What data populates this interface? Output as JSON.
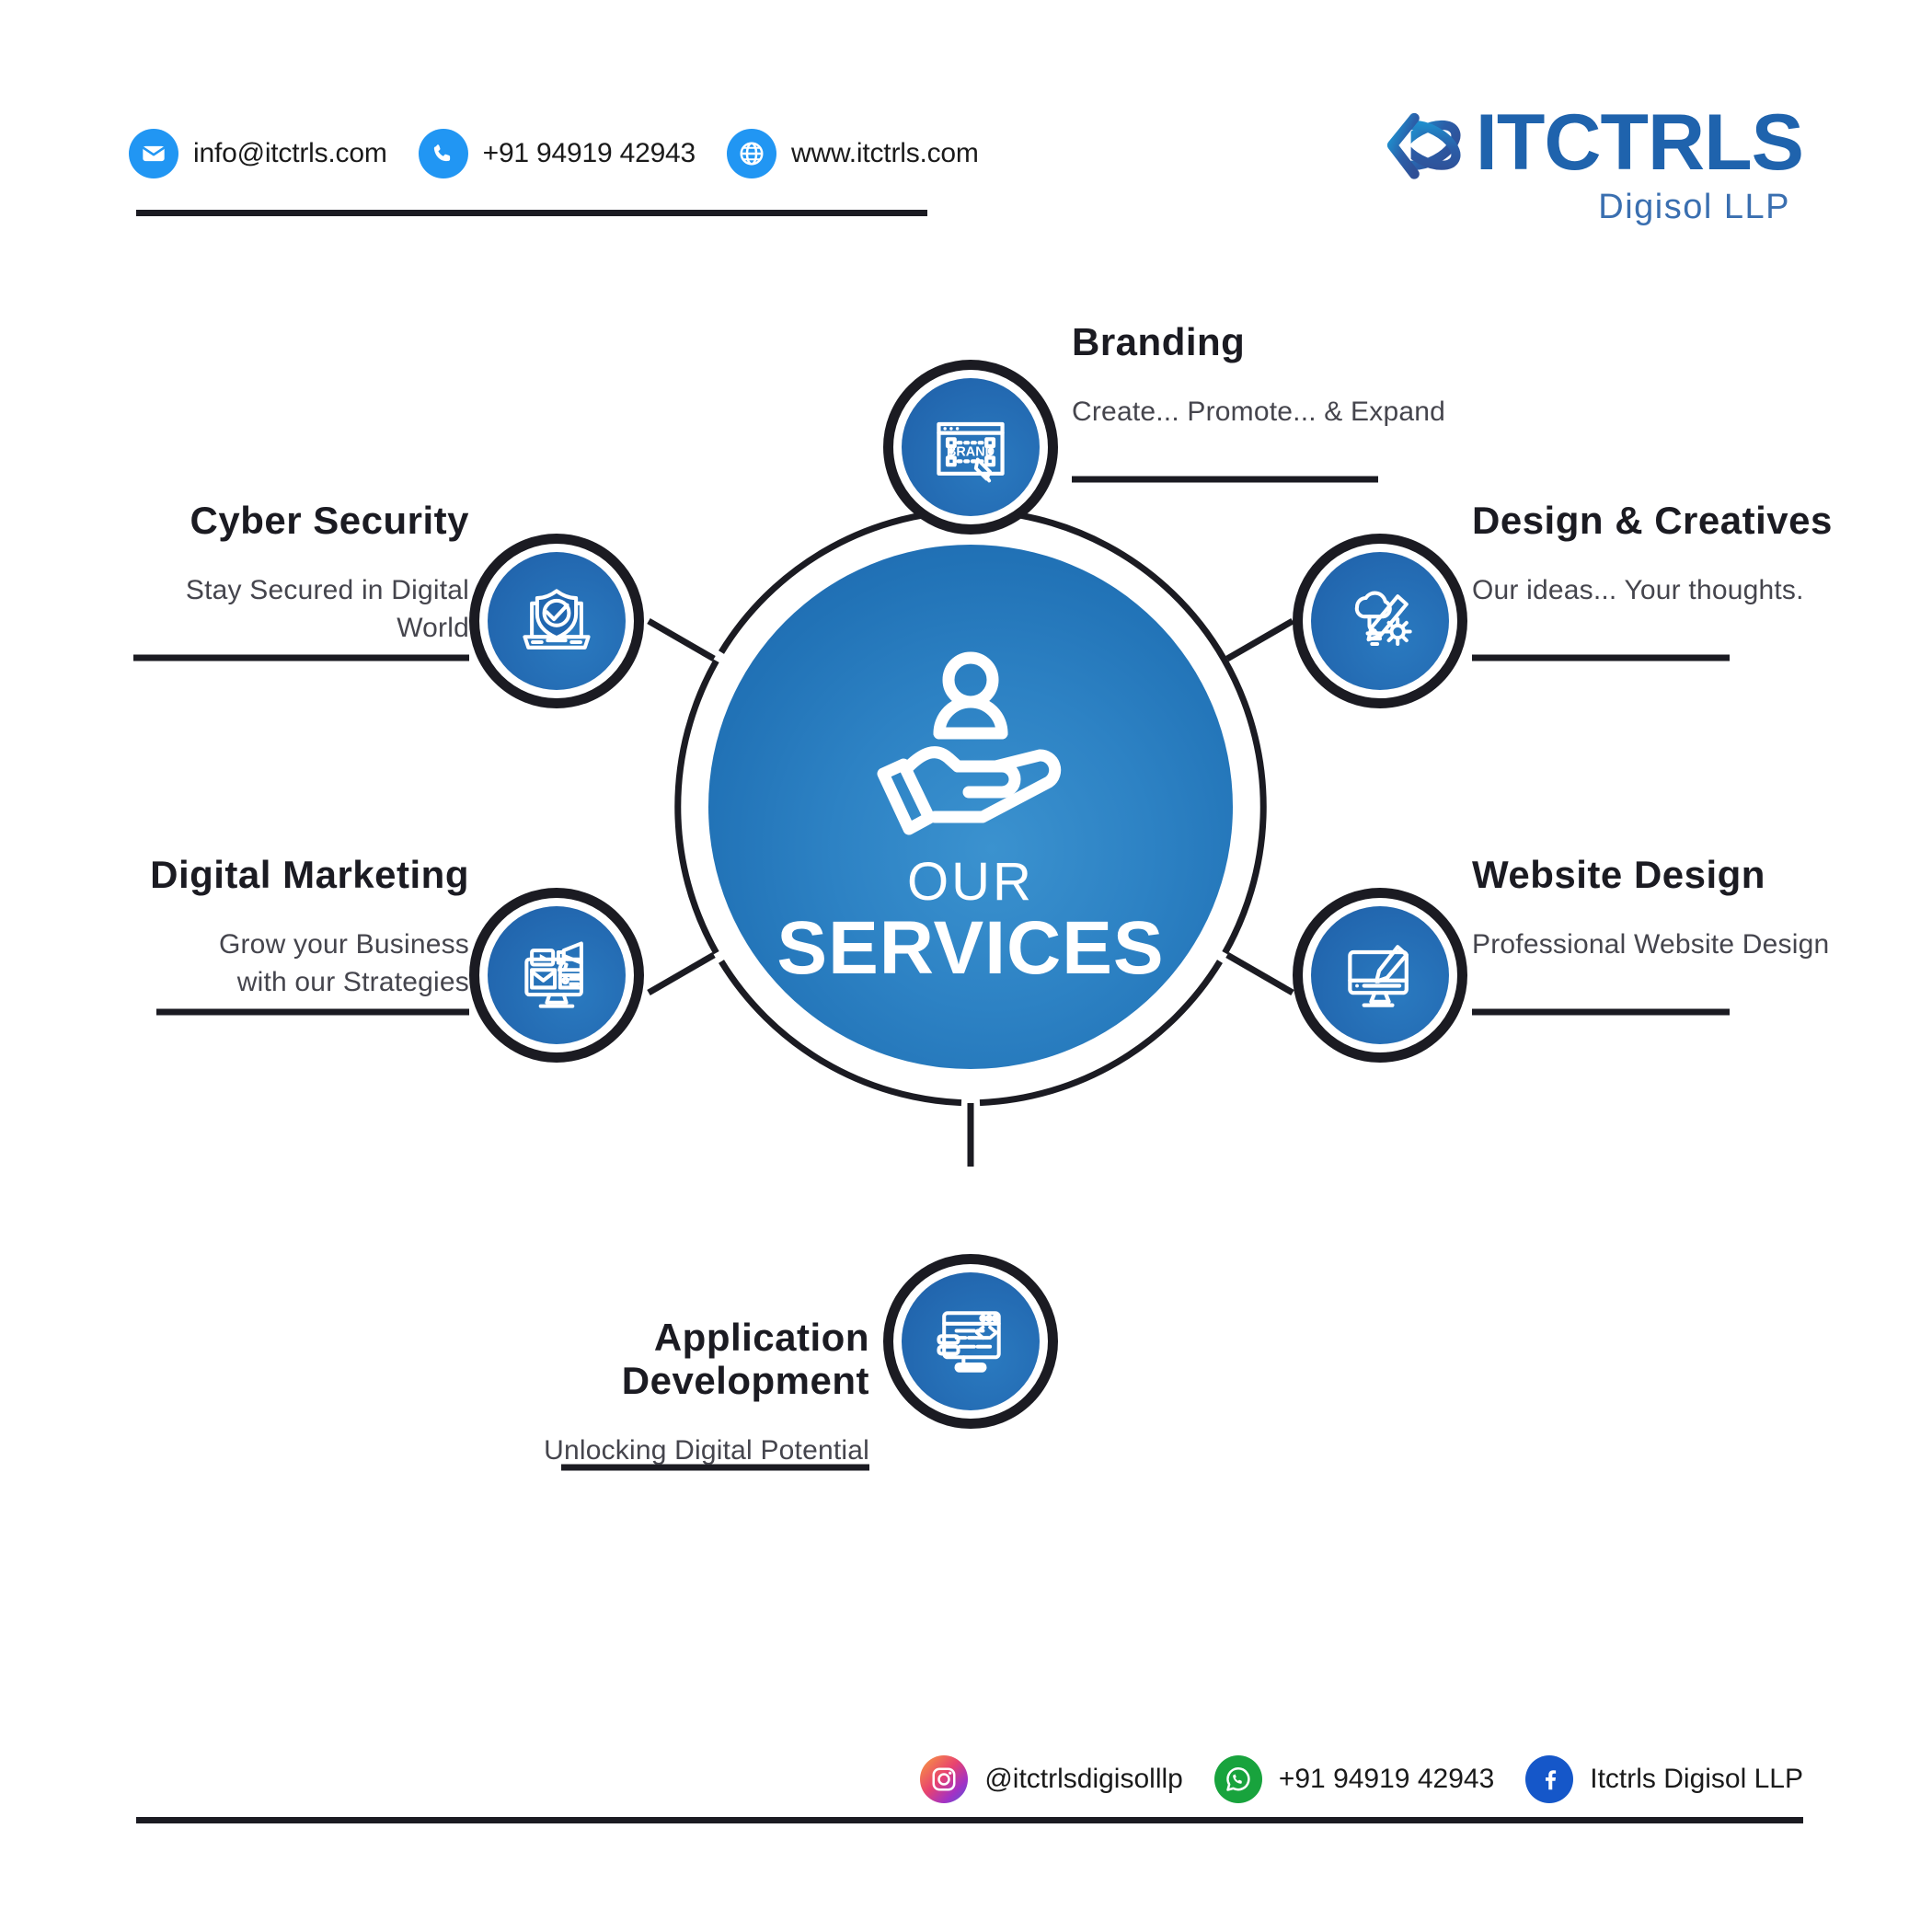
{
  "header": {
    "contacts": [
      {
        "icon": "email-icon",
        "text": "info@itctrls.com"
      },
      {
        "icon": "phone-icon",
        "text": "+91 94919 42943"
      },
      {
        "icon": "globe-icon",
        "text": "www.itctrls.com"
      }
    ]
  },
  "logo": {
    "mark": "atom-swoosh-icon",
    "word": "ITCTRLS",
    "sub_prefix": "D",
    "sub": "Digisol LLP",
    "color": "#1f63ad",
    "accent": "#f07d21"
  },
  "center": {
    "icon": "hand-holding-person-icon",
    "line1": "OUR",
    "line2": "SERVICES",
    "gradient_from": "#3b92cf",
    "gradient_to": "#1f63ad"
  },
  "services": [
    {
      "id": "branding",
      "title": "Branding",
      "subtitle": "Create... Promote... & Expand",
      "icon": "brand-window-pen-icon",
      "side": "right"
    },
    {
      "id": "design-creatives",
      "title": "Design & Creatives",
      "subtitle": "Our ideas... Your thoughts.",
      "icon": "lightbulb-pencil-gear-icon",
      "side": "right"
    },
    {
      "id": "website-design",
      "title": "Website Design",
      "subtitle": "Professional Website Design",
      "icon": "monitor-paintbrush-icon",
      "side": "right"
    },
    {
      "id": "application-development",
      "title": "Application\nDevelopment",
      "subtitle": "Unlocking Digital Potential",
      "icon": "code-window-icon",
      "side": "left"
    },
    {
      "id": "digital-marketing",
      "title": "Digital Marketing",
      "subtitle": "Grow your Business\nwith our Strategies",
      "icon": "megaphone-monitor-icon",
      "side": "left"
    },
    {
      "id": "cyber-security",
      "title": "Cyber Security",
      "subtitle": "Stay Secured in Digital World",
      "icon": "laptop-shield-check-icon",
      "side": "left"
    }
  ],
  "footer": {
    "socials": [
      {
        "icon": "instagram-icon",
        "text": "@itctrlsdigisolllp"
      },
      {
        "icon": "whatsapp-icon",
        "text": "+91 94919 42943"
      },
      {
        "icon": "facebook-icon",
        "text": "Itctrls Digisol LLP"
      }
    ]
  }
}
